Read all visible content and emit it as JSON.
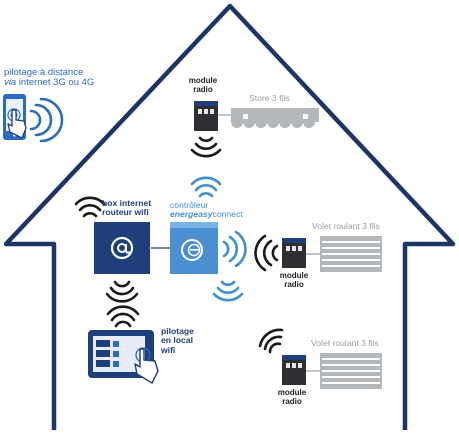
{
  "remote": {
    "line1": "pilotage à distance",
    "line2_italic": "via",
    "line2_rest": " internet 3G ou 4G"
  },
  "box": {
    "line1": "box internet",
    "line2": "routeur wifi",
    "icon": "at-sign-icon"
  },
  "controller": {
    "line1": "contrôleur",
    "brand_italic": "energeasy",
    "brand_rest": "connect",
    "icon": "e-logo-icon"
  },
  "local": {
    "line1": "pilotage",
    "line2": "en local",
    "line3": "wifi"
  },
  "modules": [
    {
      "line1": "module",
      "line2": "radio"
    },
    {
      "line1": "module",
      "line2": "radio"
    },
    {
      "line1": "module",
      "line2": "radio"
    }
  ],
  "devices": {
    "store": "Store 3 fils",
    "volet_1": "Volet roulant 3 fils",
    "volet_2": "Volet roulant 3 fils"
  },
  "colors": {
    "house_outline": "#1c3566",
    "box": "#1f3f7a",
    "controller": "#4a8fd0",
    "controller_light": "#79b3e6",
    "wave_dark": "#1a1a1a",
    "wave_blue": "#3f8fd2",
    "device_grey": "#b5b8bb"
  }
}
